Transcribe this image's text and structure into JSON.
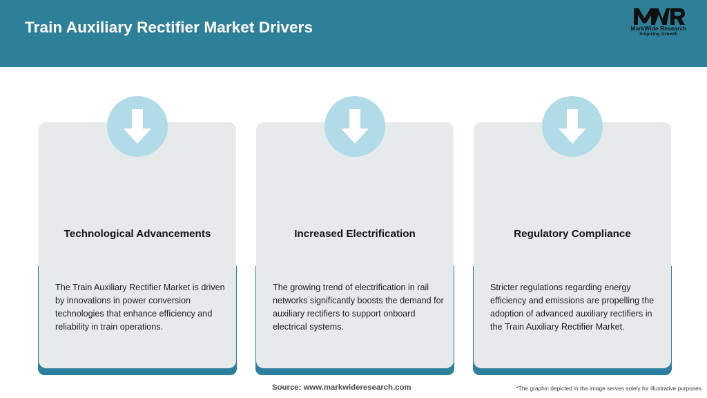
{
  "header": {
    "title": "Train Auxiliary Rectifier Market Drivers",
    "bar_color": "#2e8099",
    "title_color": "#ffffff"
  },
  "logo": {
    "mark": "MWR",
    "name": "MarkWide Research",
    "tagline": "Inspiring Growth"
  },
  "theme": {
    "frame_color": "#2d7f9d",
    "card_background": "#e6eaeb",
    "icon_circle_color": "#b2dbe8",
    "arrow_color": "#ffffff"
  },
  "cards": [
    {
      "icon": "arrow-down-icon",
      "title": "Technological Advancements",
      "body": "The Train Auxiliary Rectifier Market is driven by innovations in power conversion technologies that enhance efficiency and reliability in train operations."
    },
    {
      "icon": "arrow-down-icon",
      "title": "Increased Electrification",
      "body": "The growing trend of electrification in rail networks significantly boosts the demand for auxiliary rectifiers to support onboard electrical systems."
    },
    {
      "icon": "arrow-down-icon",
      "title": "Regulatory Compliance",
      "body": "Stricter regulations regarding energy efficiency and emissions are propelling the adoption of advanced auxiliary rectifiers in the Train Auxiliary Rectifier Market."
    }
  ],
  "footer": {
    "source": "Source: www.markwideresearch.com",
    "disclaimer": "*The graphic depicted in the image serves solely for illustrative purposes"
  }
}
